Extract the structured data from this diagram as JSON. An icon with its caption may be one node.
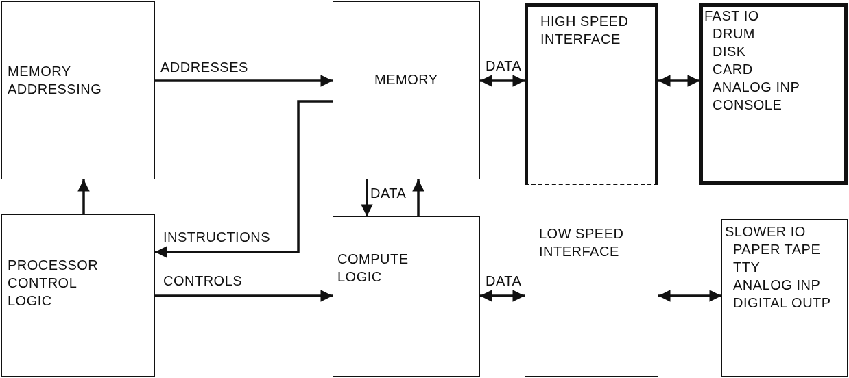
{
  "diagram": {
    "nodes": [
      {
        "text": [
          "MEMORY ADDRESSING"
        ]
      },
      {
        "text": [
          "PROCESSOR CONTROL LOGIC"
        ]
      },
      {
        "text": [
          "MEMORY"
        ]
      },
      {
        "text": [
          "COMPUTE LOGIC"
        ]
      },
      {
        "text": [
          "HIGH SPEED INTERFACE"
        ]
      },
      {
        "text": [
          "LOW SPEED INTERFACE"
        ]
      },
      {
        "text": [
          "FAST IO",
          "DRUM",
          "DISK",
          "CARD",
          "ANALOG INP",
          "CONSOLE"
        ]
      },
      {
        "text": [
          "SLOWER IO",
          "PAPER TAPE",
          "TTY",
          "ANALOG INP",
          "DIGITAL OUTP"
        ]
      }
    ],
    "edges": [
      {
        "from": 0,
        "to": 2,
        "arrow": "to",
        "label": "ADDRESSES"
      },
      {
        "from": 1,
        "to": 0,
        "arrow": "to"
      },
      {
        "from": 2,
        "to": 1,
        "arrow": "to",
        "label": "INSTRUCTIONS"
      },
      {
        "from": 1,
        "to": 3,
        "arrow": "to",
        "label": "CONTROLS"
      },
      {
        "from": 2,
        "to": 3,
        "arrow": "to",
        "label": "DATA"
      },
      {
        "from": 3,
        "to": 2,
        "arrow": "to"
      },
      {
        "from": 2,
        "to": 4,
        "arrow": "both",
        "label": "DATA"
      },
      {
        "from": 3,
        "to": 5,
        "arrow": "both",
        "label": "DATA"
      },
      {
        "from": 4,
        "to": 6,
        "arrow": "both"
      },
      {
        "from": 5,
        "to": 7,
        "arrow": "both"
      }
    ]
  }
}
